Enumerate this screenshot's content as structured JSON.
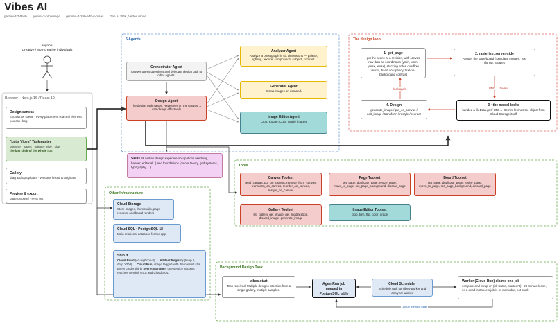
{
  "header": {
    "title": "Vibes AI",
    "tags": [
      "gemini-3.7-flash",
      "gemini-3-pro-image",
      "gemma-4-26b-a4b-it-maas",
      "Gen AI SDK, Vertex mode"
    ]
  },
  "actor": {
    "name": "Anyone!",
    "desc": "Creative / Non-creative individuals"
  },
  "browser": {
    "title": "Browser · Next.js 16 / React 19",
    "canvas": {
      "title": "Design canvas",
      "desc": "Excalidraw scene · every placement is a real element you can drag"
    },
    "taskmaster": {
      "title": "\"Let's Vibes\" Taskmaster",
      "desc": "purpose · pages · palette · vibe · size",
      "emph": "the last click of the whole run"
    },
    "gallery": {
      "title": "Gallery",
      "desc": "drag & drop uploads · versions linked to originals"
    },
    "preview": {
      "title": "Preview & export",
      "desc": "page carousel · PNG out"
    }
  },
  "agents": {
    "title": "5 Agents",
    "orchestrator": {
      "title": "Orchestrator Agent",
      "desc": "Answer user's questions and delegate design task to other agents."
    },
    "design": {
      "title": "Design Agent",
      "desc": "The design taskmaster. Have eyes on the canvas → can design effectively"
    },
    "analyzer": {
      "title": "Analyzer Agent",
      "desc": "Analyze a photograph in six dimensions — palette, lighting, texture, composition, subject, contrast."
    },
    "generator": {
      "title": "Generator Agent",
      "desc": "Draws images on demand."
    },
    "editor": {
      "title": "Image Editor Agent",
      "desc": "Crop, Rotate, Color Grade images"
    }
  },
  "skills": {
    "title": "Skills",
    "desc": "56 written design expertise occupations (wedding, banner, editorial...) and foundations (colour theory, grid systems, typography, ...)"
  },
  "loop": {
    "title": "The design loop",
    "step1": {
      "num": "1. get_page",
      "desc": "get the scene at a revision, with canvas raw data as coordinates (ymin, xmin, ymax, xmax), stacking order, overflow marks, band occupancy, text-on-background contrast"
    },
    "step2": {
      "num": "2. rasterise, server-side",
      "desc": "Render the page/board from data: Images, Text (fonts), Shapes"
    },
    "step3": {
      "num": "3 · the model looks",
      "desc": "handed a fileData.gs:// URI → Gemini fetches the object from Cloud Storage itself"
    },
    "step4": {
      "num": "4. Design",
      "desc": "generate_image / put_on_canvas / edit_image / transform / restyle / reorder"
    },
    "label_look": "look again",
    "label_png": "PNG → bucket"
  },
  "tools": {
    "title": "Tools",
    "canvas": {
      "title": "Canvas Toolset",
      "desc": "read_canvas, put_on_canvas, remove_from_canvas, transform_on_canvas, reorder_on_canvas, restyle_on_canvas"
    },
    "page": {
      "title": "Page Toolset",
      "desc": "get_page, duplicate_page, resize_page, move_to_page, set_page_background, discard_page"
    },
    "board": {
      "title": "Board Toolset",
      "desc": "get_page, duplicate_page, resize_page, move_to_page, set_page_background, discard_page"
    },
    "gallery": {
      "title": "Gallery Toolset",
      "desc": "list_gallery, get_image, get_modification, discard_image, generate_image"
    },
    "editor": {
      "title": "Image Editor Toolset",
      "desc": "crop, turn, flip, color_grade"
    }
  },
  "infra": {
    "title": "Other Infrastructure",
    "storage": {
      "title": "Cloud Storage",
      "desc": "Store images, thumbnails, page renders, and board renders"
    },
    "sql": {
      "title": "Cloud SQL · PostgreSQL 18",
      "desc": "Main relational database for the app."
    },
    "ship": {
      "title": "Ship it",
      "line1a": "Cloud Build",
      "line1b": " (e2-highcpu-8) → ",
      "line1c": "Artifact Registry",
      "line1d": " (keep 5, drop >30d) → ",
      "line1e": "Cloud Run",
      "line1f": ", image tagged with the commit sha.",
      "line2a": "Every credential in ",
      "line2b": "Secret Manager",
      "line2c": "; one service account reaches Gemini, GCS and Cloud SQL."
    }
  },
  "background": {
    "title": "Background Design Task",
    "start": {
      "title": "vibes.start",
      "desc": "Task received: Multiple designs intention from a single gallery, multiple samples."
    },
    "queue": {
      "title": "AgentRun job queued in PostgreSQL table"
    },
    "scheduler": {
      "title": "Cloud Scheduler",
      "desc": "Schedule task for vibes-worker and analyzer-worker"
    },
    "worker": {
      "title": "Worker (Cloud Run) claims one job",
      "desc": "compare-and-swap on (id, status, startedAt) · 20-minute lease, so a dead instance's job is re-claimable, not stuck"
    },
    "label_next": "Queue the next page"
  },
  "colors": {
    "agents_border": "#6b9bd1",
    "loop_border": "#e06666",
    "tools_border": "#6aa84f",
    "design_fill": "#f4cccc",
    "analyzer_fill": "#fff2cc",
    "editor_fill": "#a2d9d9",
    "skills_fill": "#f3d1f4"
  }
}
